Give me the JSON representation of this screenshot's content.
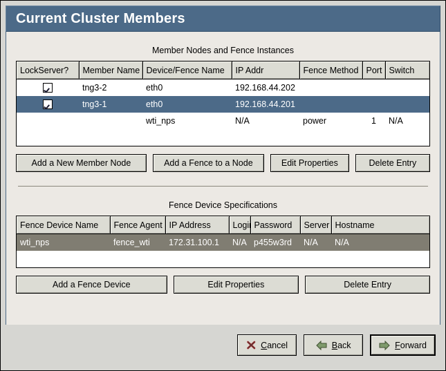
{
  "window": {
    "title": "Current Cluster Members",
    "accent_color": "#4c6a88",
    "panel_color": "#ece9e4",
    "selected_row_blue": "#4c6a88",
    "selected_row_gray": "#807d72"
  },
  "members_section": {
    "caption": "Member Nodes and Fence Instances",
    "columns": [
      "LockServer?",
      "Member Name",
      "Device/Fence Name",
      "IP Addr",
      "Fence Method",
      "Port",
      "Switch"
    ],
    "rows": [
      {
        "lockserver_checked": true,
        "member_name": "tng3-2",
        "device_fence_name": "eth0",
        "ip_addr": "192.168.44.202",
        "fence_method": "",
        "port": "",
        "switch": "",
        "selected": false
      },
      {
        "lockserver_checked": true,
        "member_name": "tng3-1",
        "device_fence_name": "eth0",
        "ip_addr": "192.168.44.201",
        "fence_method": "",
        "port": "",
        "switch": "",
        "selected": true
      },
      {
        "lockserver_checked": false,
        "member_name": "",
        "device_fence_name": "wti_nps",
        "ip_addr": "N/A",
        "fence_method": "power",
        "port": "1",
        "switch": "N/A",
        "selected": false
      }
    ],
    "buttons": [
      {
        "label": "Add a New Member Node",
        "name": "add-new-member-node-button"
      },
      {
        "label": "Add a Fence to a Node",
        "name": "add-fence-to-node-button"
      },
      {
        "label": "Edit Properties",
        "name": "edit-member-properties-button"
      },
      {
        "label": "Delete Entry",
        "name": "delete-member-entry-button"
      }
    ]
  },
  "fence_section": {
    "caption": "Fence Device Specifications",
    "columns": [
      "Fence Device Name",
      "Fence Agent",
      "IP Address",
      "Login",
      "Password",
      "Server",
      "Hostname"
    ],
    "rows": [
      {
        "fence_device_name": "wti_nps",
        "fence_agent": "fence_wti",
        "ip_address": "172.31.100.1",
        "login": "N/A",
        "password": "p455w3rd",
        "server": "N/A",
        "hostname": "N/A",
        "selected": true
      }
    ],
    "buttons": [
      {
        "label": "Add a Fence Device",
        "name": "add-fence-device-button"
      },
      {
        "label": "Edit Properties",
        "name": "edit-fence-properties-button"
      },
      {
        "label": "Delete Entry",
        "name": "delete-fence-entry-button"
      }
    ]
  },
  "footer": {
    "cancel": {
      "pre": "",
      "mnemonic": "C",
      "post": "ancel",
      "icon": "close-x-icon",
      "icon_color": "#a03030"
    },
    "back": {
      "pre": "",
      "mnemonic": "B",
      "post": "ack",
      "icon": "arrow-left-icon",
      "icon_color": "#6f8f5f"
    },
    "forward": {
      "pre": "",
      "mnemonic": "F",
      "post": "orward",
      "icon": "arrow-right-icon",
      "icon_color": "#6f8f5f"
    }
  }
}
